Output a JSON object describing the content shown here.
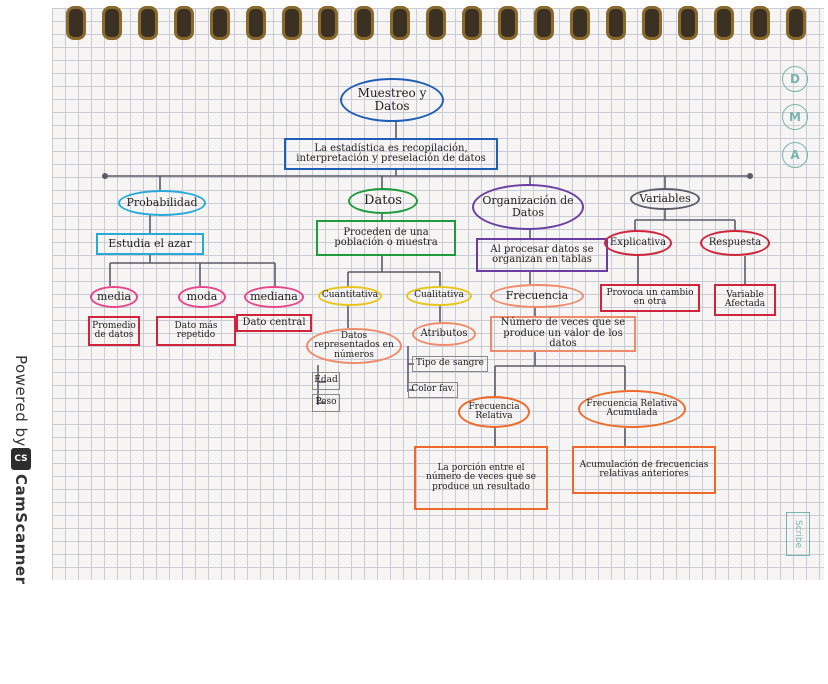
{
  "sidebar": {
    "powered_by": "Powered by",
    "brand": "CamScanner",
    "icon_text": "CS"
  },
  "paper": {
    "badges": [
      "D",
      "M",
      "A"
    ],
    "brand": "Scribe"
  },
  "nodes": {
    "root": "Muestreo y Datos",
    "definition": "La estadística es recopilación, interpretación y preselación de datos",
    "probabilidad": "Probabilidad",
    "estudia": "Estudia el azar",
    "media": "media",
    "moda": "moda",
    "mediana": "mediana",
    "promedio": "Promedio de datos",
    "dato_mas": "Dato más repetido",
    "dato_central": "Dato central",
    "datos": "Datos",
    "proceden": "Proceden de una población o muestra",
    "cuantitativa": "Cuantitativa",
    "cualitativa": "Cualitativa",
    "datos_repr": "Datos representados en números",
    "atributos": "Atributos",
    "edad": "Edad",
    "peso": "Peso",
    "tipo_sangre": "Tipo de sangre",
    "color_fav": "Color fav.",
    "organizacion": "Organización de Datos",
    "al_procesar": "Al procesar datos se organizan en tablas",
    "frecuencia": "Frecuencia",
    "numero_veces": "Número de veces que se produce un valor de los datos",
    "frec_relativa": "Frecuencia Relativa",
    "frec_rel_acum": "Frecuencia Relativa Acumulada",
    "porcion": "La porción entre el número de veces que se produce un resultado",
    "acumulacion": "Acumulación de frecuencias relativas anteriores",
    "variables": "Variables",
    "explicativa": "Explicativa",
    "respuesta": "Respuesta",
    "provoca": "Provoca un cambio en otra",
    "afectada": "Variable Afectada"
  },
  "colors": {
    "blue": "#1f5fb8",
    "cyan": "#28a9d8",
    "green": "#1f9a3c",
    "purple": "#6a3da3",
    "red": "#d1243a",
    "yellow": "#e8c51c",
    "orange": "#ef6a2a",
    "salmon": "#f08a6a",
    "pink": "#e8458c",
    "gray": "#8b8b8b",
    "dark": "#5b5b6a"
  }
}
